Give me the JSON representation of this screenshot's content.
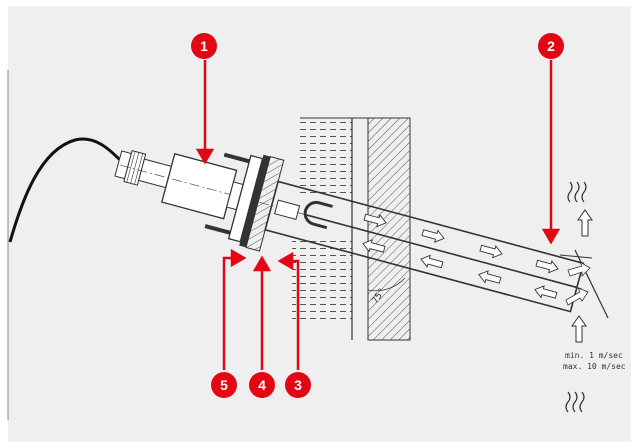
{
  "colors": {
    "background": "#efefef",
    "callout": "#e30613",
    "line": "#333333"
  },
  "diagram": {
    "callouts": [
      {
        "label": "1"
      },
      {
        "label": "2"
      },
      {
        "label": "3"
      },
      {
        "label": "4"
      },
      {
        "label": "5"
      }
    ],
    "angle_label": "75°",
    "flow_speed_min": "min.   1 m/sec",
    "flow_speed_max": "max. 10 m/sec"
  }
}
